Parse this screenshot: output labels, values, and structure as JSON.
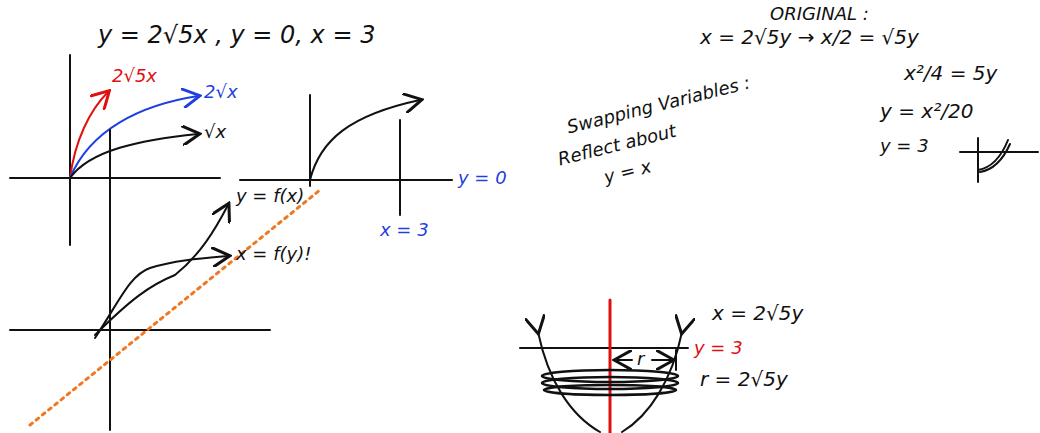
{
  "diagram": {
    "labels": [
      "y = 2√5x , y = 0, x = 3",
      "2√5x",
      "2√x",
      "√x",
      "y = f(x)",
      "x = f(y)!",
      "y = 0",
      "x = 3",
      "ORIGINAL :",
      "x = 2√5y → x/2 = √5y",
      "x²/4 = 5y",
      "y = x²/20",
      "y = 3",
      "Swapping Variables :",
      "Reflect about",
      "y = x",
      "x = 2√5y",
      "y = 3",
      "r",
      "r = 2√5y"
    ]
  }
}
